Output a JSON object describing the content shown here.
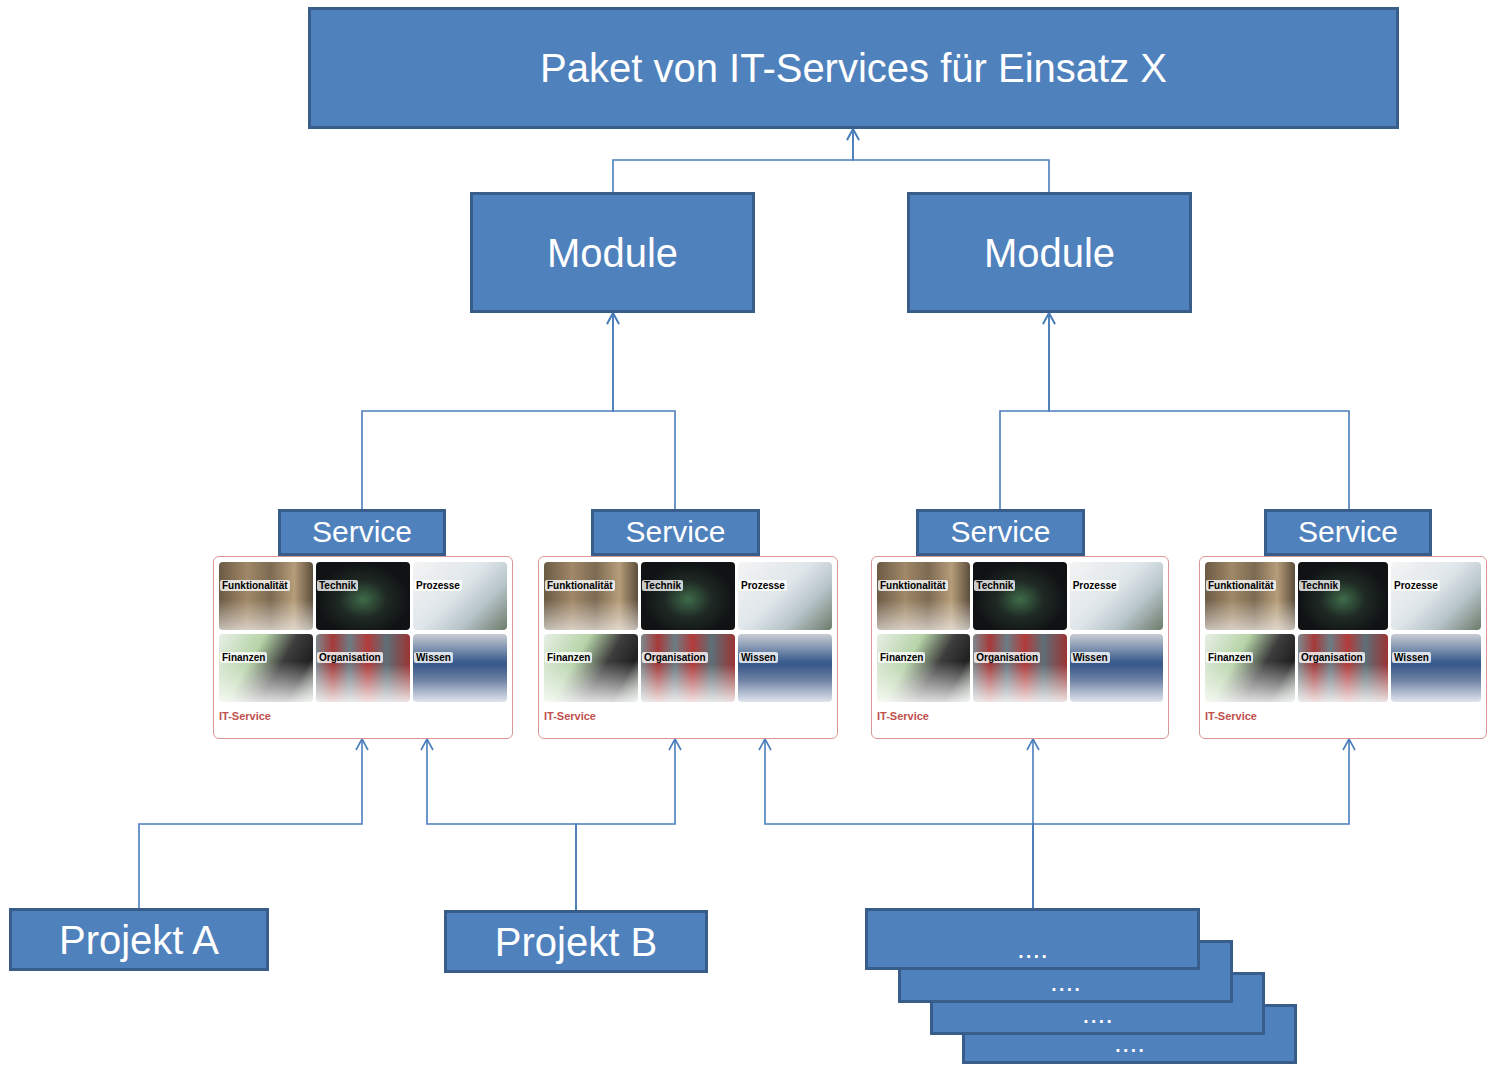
{
  "diagram": {
    "nodes": [
      {
        "text": [
          "Paket von IT-Services für Einsatz X"
        ]
      },
      {
        "text": [
          "Module"
        ]
      },
      {
        "text": [
          "Module"
        ]
      },
      {
        "text": [
          "Service",
          "Funktionalität",
          "Technik",
          "Prozesse",
          "Finanzen",
          "Organisation",
          "Wissen",
          "IT-Service"
        ]
      },
      {
        "text": [
          "Service",
          "Funktionalität",
          "Technik",
          "Prozesse",
          "Finanzen",
          "Organisation",
          "Wissen",
          "IT-Service"
        ]
      },
      {
        "text": [
          "Service",
          "Funktionalität",
          "Technik",
          "Prozesse",
          "Finanzen",
          "Organisation",
          "Wissen",
          "IT-Service"
        ]
      },
      {
        "text": [
          "Service",
          "Funktionalität",
          "Technik",
          "Prozesse",
          "Finanzen",
          "Organisation",
          "Wissen",
          "IT-Service"
        ]
      },
      {
        "text": [
          "Projekt A"
        ]
      },
      {
        "text": [
          "Projekt B"
        ]
      },
      {
        "text": [
          "...."
        ]
      },
      {
        "text": [
          "...."
        ]
      },
      {
        "text": [
          "...."
        ]
      },
      {
        "text": [
          "...."
        ]
      }
    ],
    "edges": [
      {
        "from": 1,
        "to": 0,
        "arrow": "to"
      },
      {
        "from": 2,
        "to": 0,
        "arrow": "to"
      },
      {
        "from": 3,
        "to": 1,
        "arrow": "to"
      },
      {
        "from": 4,
        "to": 1,
        "arrow": "to"
      },
      {
        "from": 5,
        "to": 2,
        "arrow": "to"
      },
      {
        "from": 6,
        "to": 2,
        "arrow": "to"
      },
      {
        "from": 7,
        "to": 3,
        "arrow": "to"
      },
      {
        "from": 8,
        "to": 3,
        "arrow": "to"
      },
      {
        "from": 8,
        "to": 4,
        "arrow": "to"
      },
      {
        "from": 9,
        "to": 4,
        "arrow": "to"
      },
      {
        "from": 9,
        "to": 5,
        "arrow": "to"
      },
      {
        "from": 9,
        "to": 6,
        "arrow": "to"
      }
    ]
  }
}
